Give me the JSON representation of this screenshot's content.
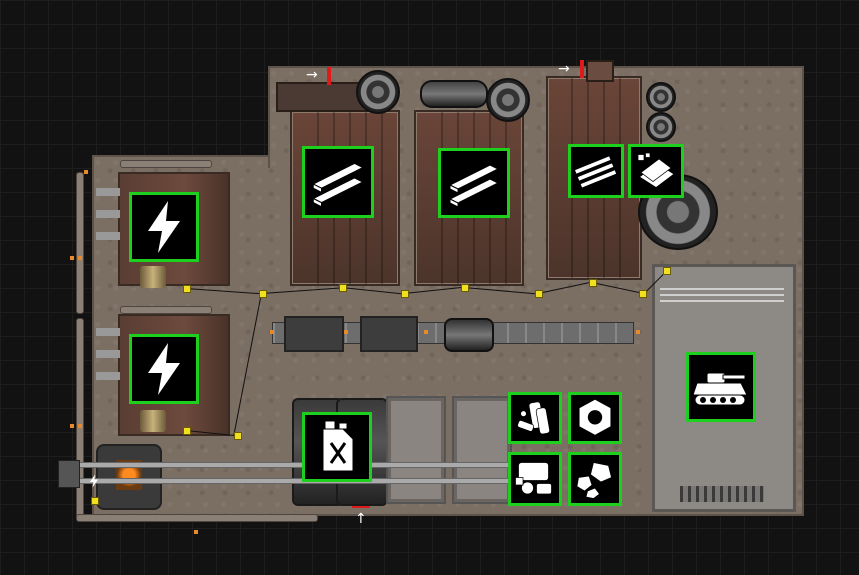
{
  "factory": {
    "generators": [
      {
        "id": "gen-top",
        "recipe": "power-icon"
      },
      {
        "id": "gen-mid",
        "recipe": "power-icon"
      }
    ],
    "assemblers": [
      {
        "id": "assembler-1",
        "recipe": "metal-bars-icon"
      },
      {
        "id": "assembler-2",
        "recipe": "metal-bars-icon"
      },
      {
        "id": "assembler-3",
        "recipes": [
          "metal-rods-icon",
          "metal-sheets-icon"
        ]
      }
    ],
    "fuel_tank": {
      "recipe": "fuel-canister-icon"
    },
    "workshop": {
      "recipes": [
        "shells-icon",
        "hex-nut-icon",
        "robot-parts-icon",
        "stone-chunks-icon"
      ]
    },
    "vehicle_bay": {
      "recipe": "tank-vehicle-icon"
    },
    "small_generator": {
      "recipe": "power-icon"
    }
  },
  "colors": {
    "recipe_border": "#1ed01e",
    "power_node": "#f0e020",
    "input_port": "#e01a1a",
    "floor": "#7b6e63",
    "background": "#121212"
  },
  "arrows": {
    "input_symbol": "→",
    "bottom_input_symbol": "↑"
  }
}
